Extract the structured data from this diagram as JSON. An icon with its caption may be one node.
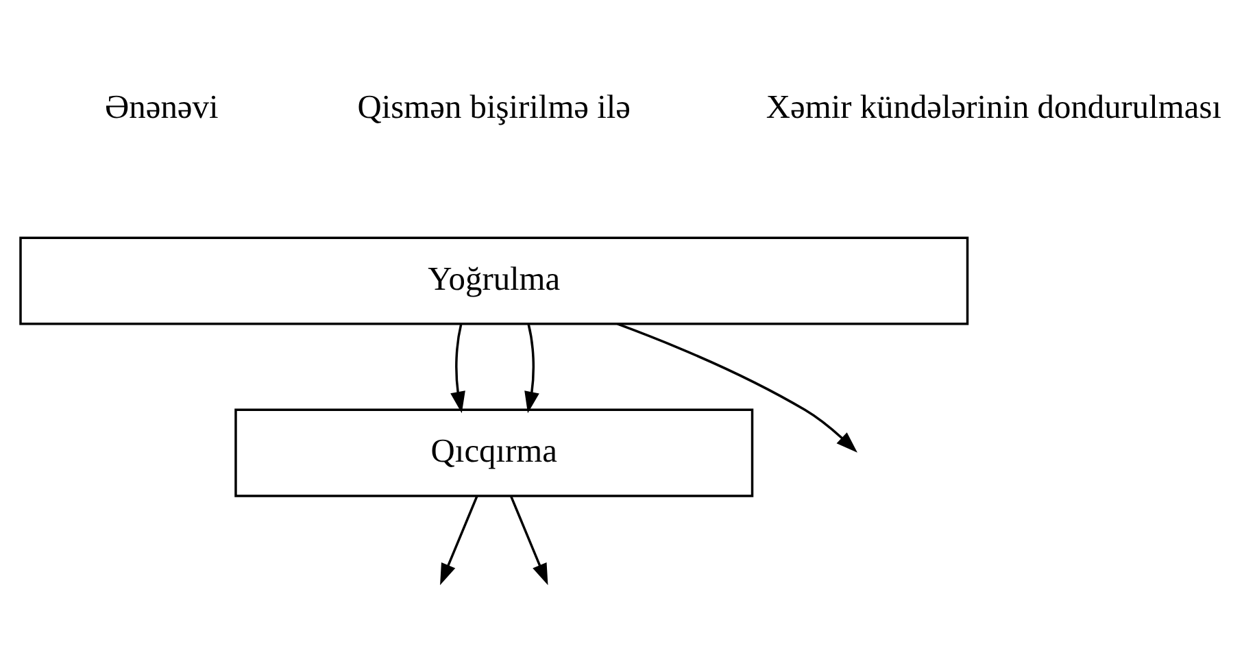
{
  "diagram": {
    "nodes": [
      {
        "text": [
          "Yoğrulma"
        ]
      },
      {
        "text": [
          "Qıcqırma"
        ]
      }
    ],
    "edges": [
      {
        "from": 0,
        "to": 1,
        "arrow": "to"
      },
      {
        "from": 0,
        "to": 1,
        "arrow": "to"
      },
      {
        "from": 0,
        "to": null,
        "arrow": "to"
      },
      {
        "from": 1,
        "to": null,
        "arrow": "to"
      },
      {
        "from": 1,
        "to": null,
        "arrow": "to"
      }
    ],
    "labels": [
      "Ənənəvi",
      "Qismən bişirilmə ilə",
      "Xəmir kündələrinin dondurulması"
    ]
  }
}
